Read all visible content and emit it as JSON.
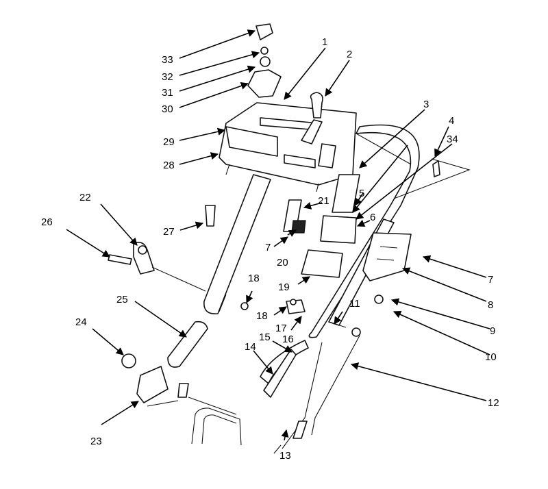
{
  "callouts": [
    {
      "num": "1"
    },
    {
      "num": "2"
    },
    {
      "num": "3"
    },
    {
      "num": "4"
    },
    {
      "num": "5"
    },
    {
      "num": "6"
    },
    {
      "num": "7"
    },
    {
      "num": "7"
    },
    {
      "num": "8"
    },
    {
      "num": "9"
    },
    {
      "num": "10"
    },
    {
      "num": "11"
    },
    {
      "num": "12"
    },
    {
      "num": "13"
    },
    {
      "num": "14"
    },
    {
      "num": "15"
    },
    {
      "num": "16"
    },
    {
      "num": "17"
    },
    {
      "num": "18"
    },
    {
      "num": "18"
    },
    {
      "num": "19"
    },
    {
      "num": "20"
    },
    {
      "num": "21"
    },
    {
      "num": "22"
    },
    {
      "num": "23"
    },
    {
      "num": "24"
    },
    {
      "num": "25"
    },
    {
      "num": "26"
    },
    {
      "num": "27"
    },
    {
      "num": "28"
    },
    {
      "num": "29"
    },
    {
      "num": "30"
    },
    {
      "num": "31"
    },
    {
      "num": "32"
    },
    {
      "num": "33"
    },
    {
      "num": "34"
    }
  ]
}
